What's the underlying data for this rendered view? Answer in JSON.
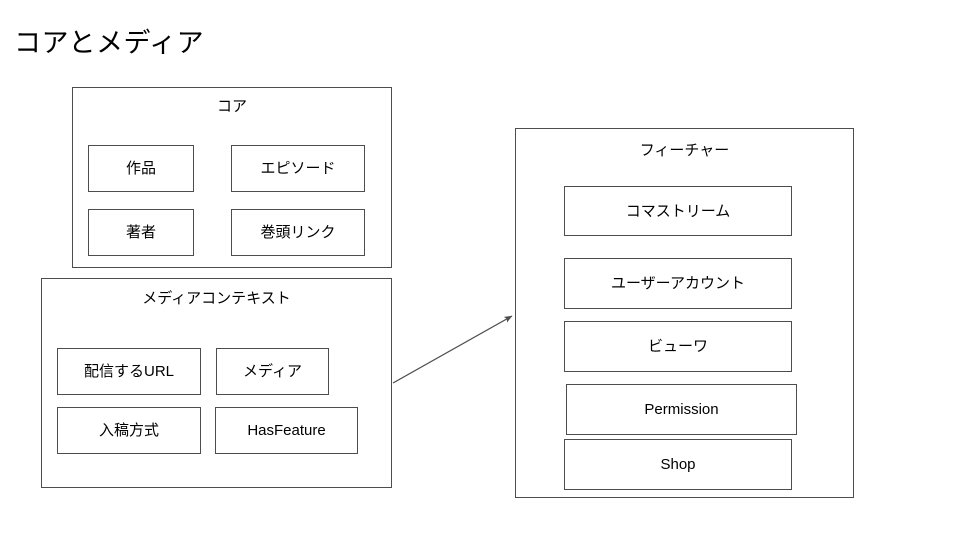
{
  "page": {
    "title": "コアとメディア",
    "background_color": "#ffffff",
    "stroke_color": "#4d4d4d",
    "text_color": "#000000"
  },
  "groups": [
    {
      "id": "core",
      "title": "コア",
      "nodes": [
        {
          "label": "作品"
        },
        {
          "label": "エピソード"
        },
        {
          "label": "著者"
        },
        {
          "label": "巻頭リンク"
        }
      ]
    },
    {
      "id": "media",
      "title": "メディアコンテキスト",
      "nodes": [
        {
          "label": "配信するURL"
        },
        {
          "label": "メディア"
        },
        {
          "label": "入稿方式"
        },
        {
          "label": "HasFeature"
        }
      ]
    },
    {
      "id": "feature",
      "title": "フィーチャー",
      "nodes": [
        {
          "label": "コマストリーム"
        },
        {
          "label": "ユーザーアカウント"
        },
        {
          "label": "ビューワ"
        },
        {
          "label": "Permission"
        },
        {
          "label": "Shop"
        }
      ]
    }
  ],
  "connectors": [
    {
      "id": "media-to-feature",
      "from": "media",
      "to": "feature",
      "style": "arrow",
      "label": ""
    }
  ]
}
